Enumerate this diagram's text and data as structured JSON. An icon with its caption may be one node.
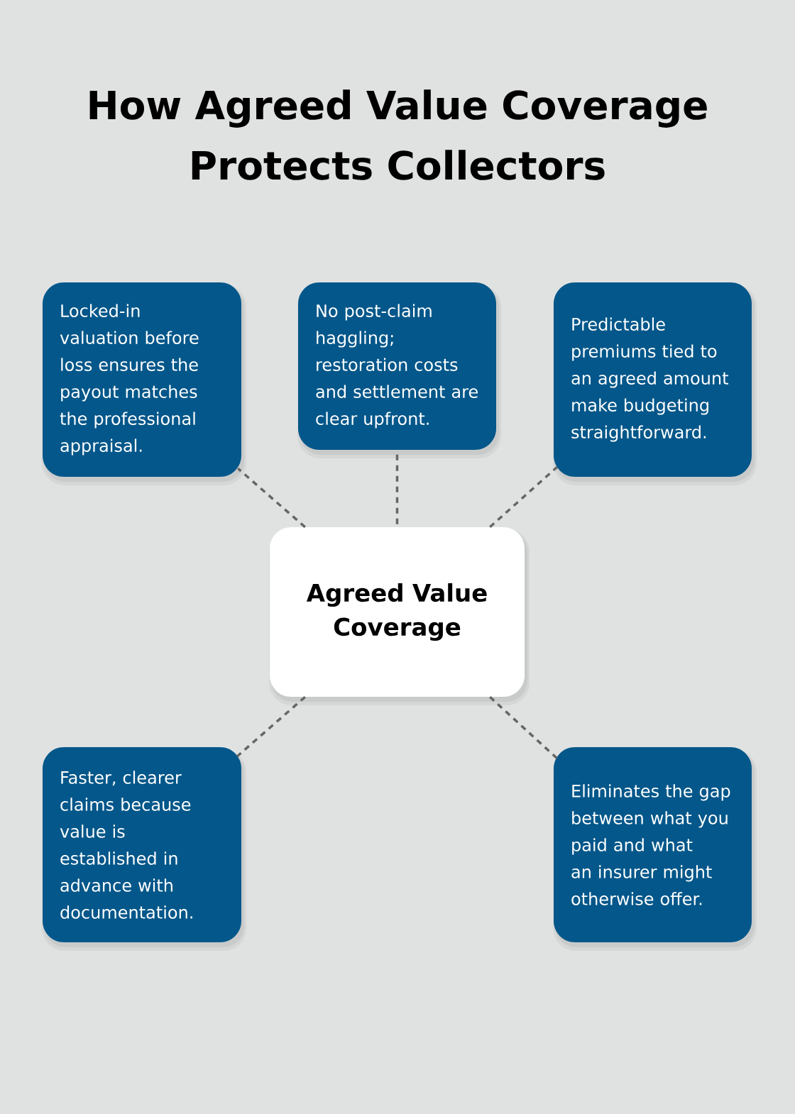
{
  "diagram": {
    "title": "How Agreed Value Coverage Protects Collectors",
    "nodes": [
      {
        "text": [
          "Locked-in valuation before loss ensures the payout matches the professional appraisal."
        ]
      },
      {
        "text": [
          "No post-claim haggling; restoration costs and settlement are clear upfront."
        ]
      },
      {
        "text": [
          "Predictable premiums tied to an agreed amount make budgeting straightforward."
        ]
      },
      {
        "text": [
          "Agreed Value Coverage"
        ]
      },
      {
        "text": [
          "Faster, clearer claims because value is established in advance with documentation."
        ]
      },
      {
        "text": [
          "Eliminates the gap between what you paid and what an insurer might otherwise offer."
        ]
      }
    ],
    "edges": [
      {
        "from": 3,
        "to": 0,
        "arrow": "none",
        "style": "dashed"
      },
      {
        "from": 3,
        "to": 1,
        "arrow": "none",
        "style": "dashed"
      },
      {
        "from": 3,
        "to": 2,
        "arrow": "none",
        "style": "dashed"
      },
      {
        "from": 3,
        "to": 4,
        "arrow": "none",
        "style": "dashed"
      },
      {
        "from": 3,
        "to": 5,
        "arrow": "none",
        "style": "dashed"
      }
    ]
  }
}
